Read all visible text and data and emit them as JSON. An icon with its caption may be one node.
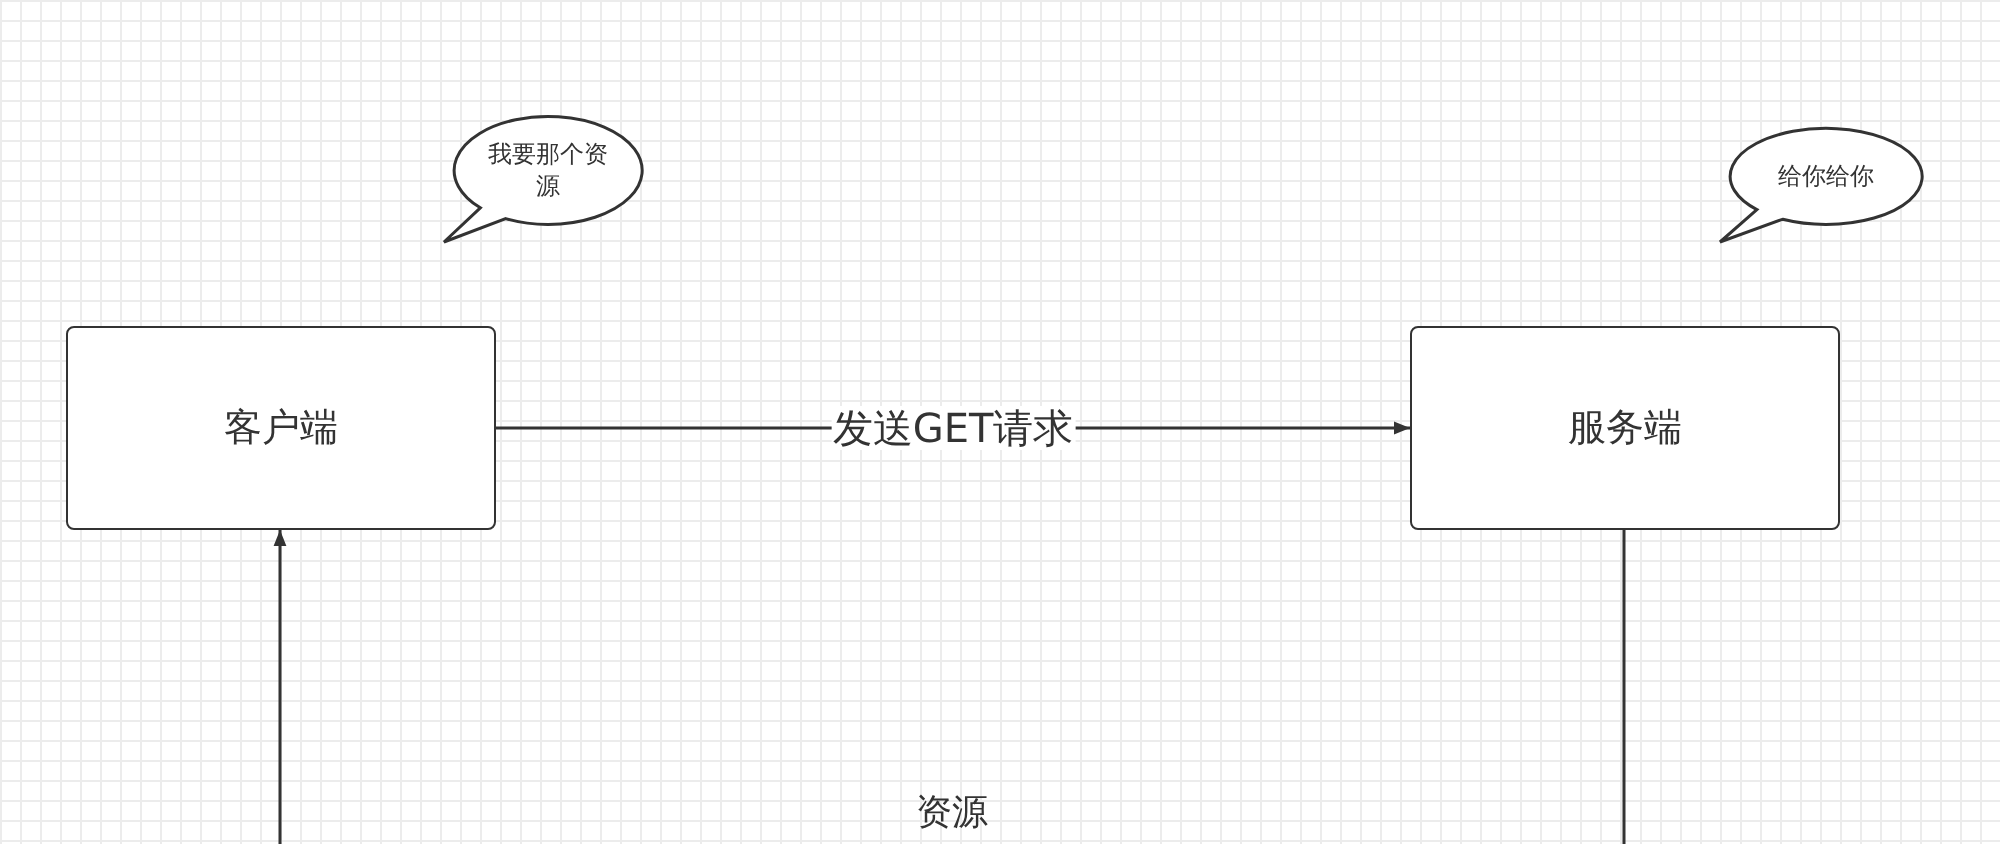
{
  "diagram": {
    "nodes": [
      {
        "text": [
          "我要那个资源"
        ]
      },
      {
        "text": [
          "给你给你"
        ]
      },
      {
        "text": [
          "客户端"
        ]
      },
      {
        "text": [
          "服务端"
        ]
      }
    ],
    "edges": [
      {
        "from": 2,
        "to": 3,
        "arrow": "to",
        "label": "发送GET请求"
      },
      {
        "from": 3,
        "to": 2,
        "arrow": "to",
        "label": "资源"
      }
    ]
  }
}
